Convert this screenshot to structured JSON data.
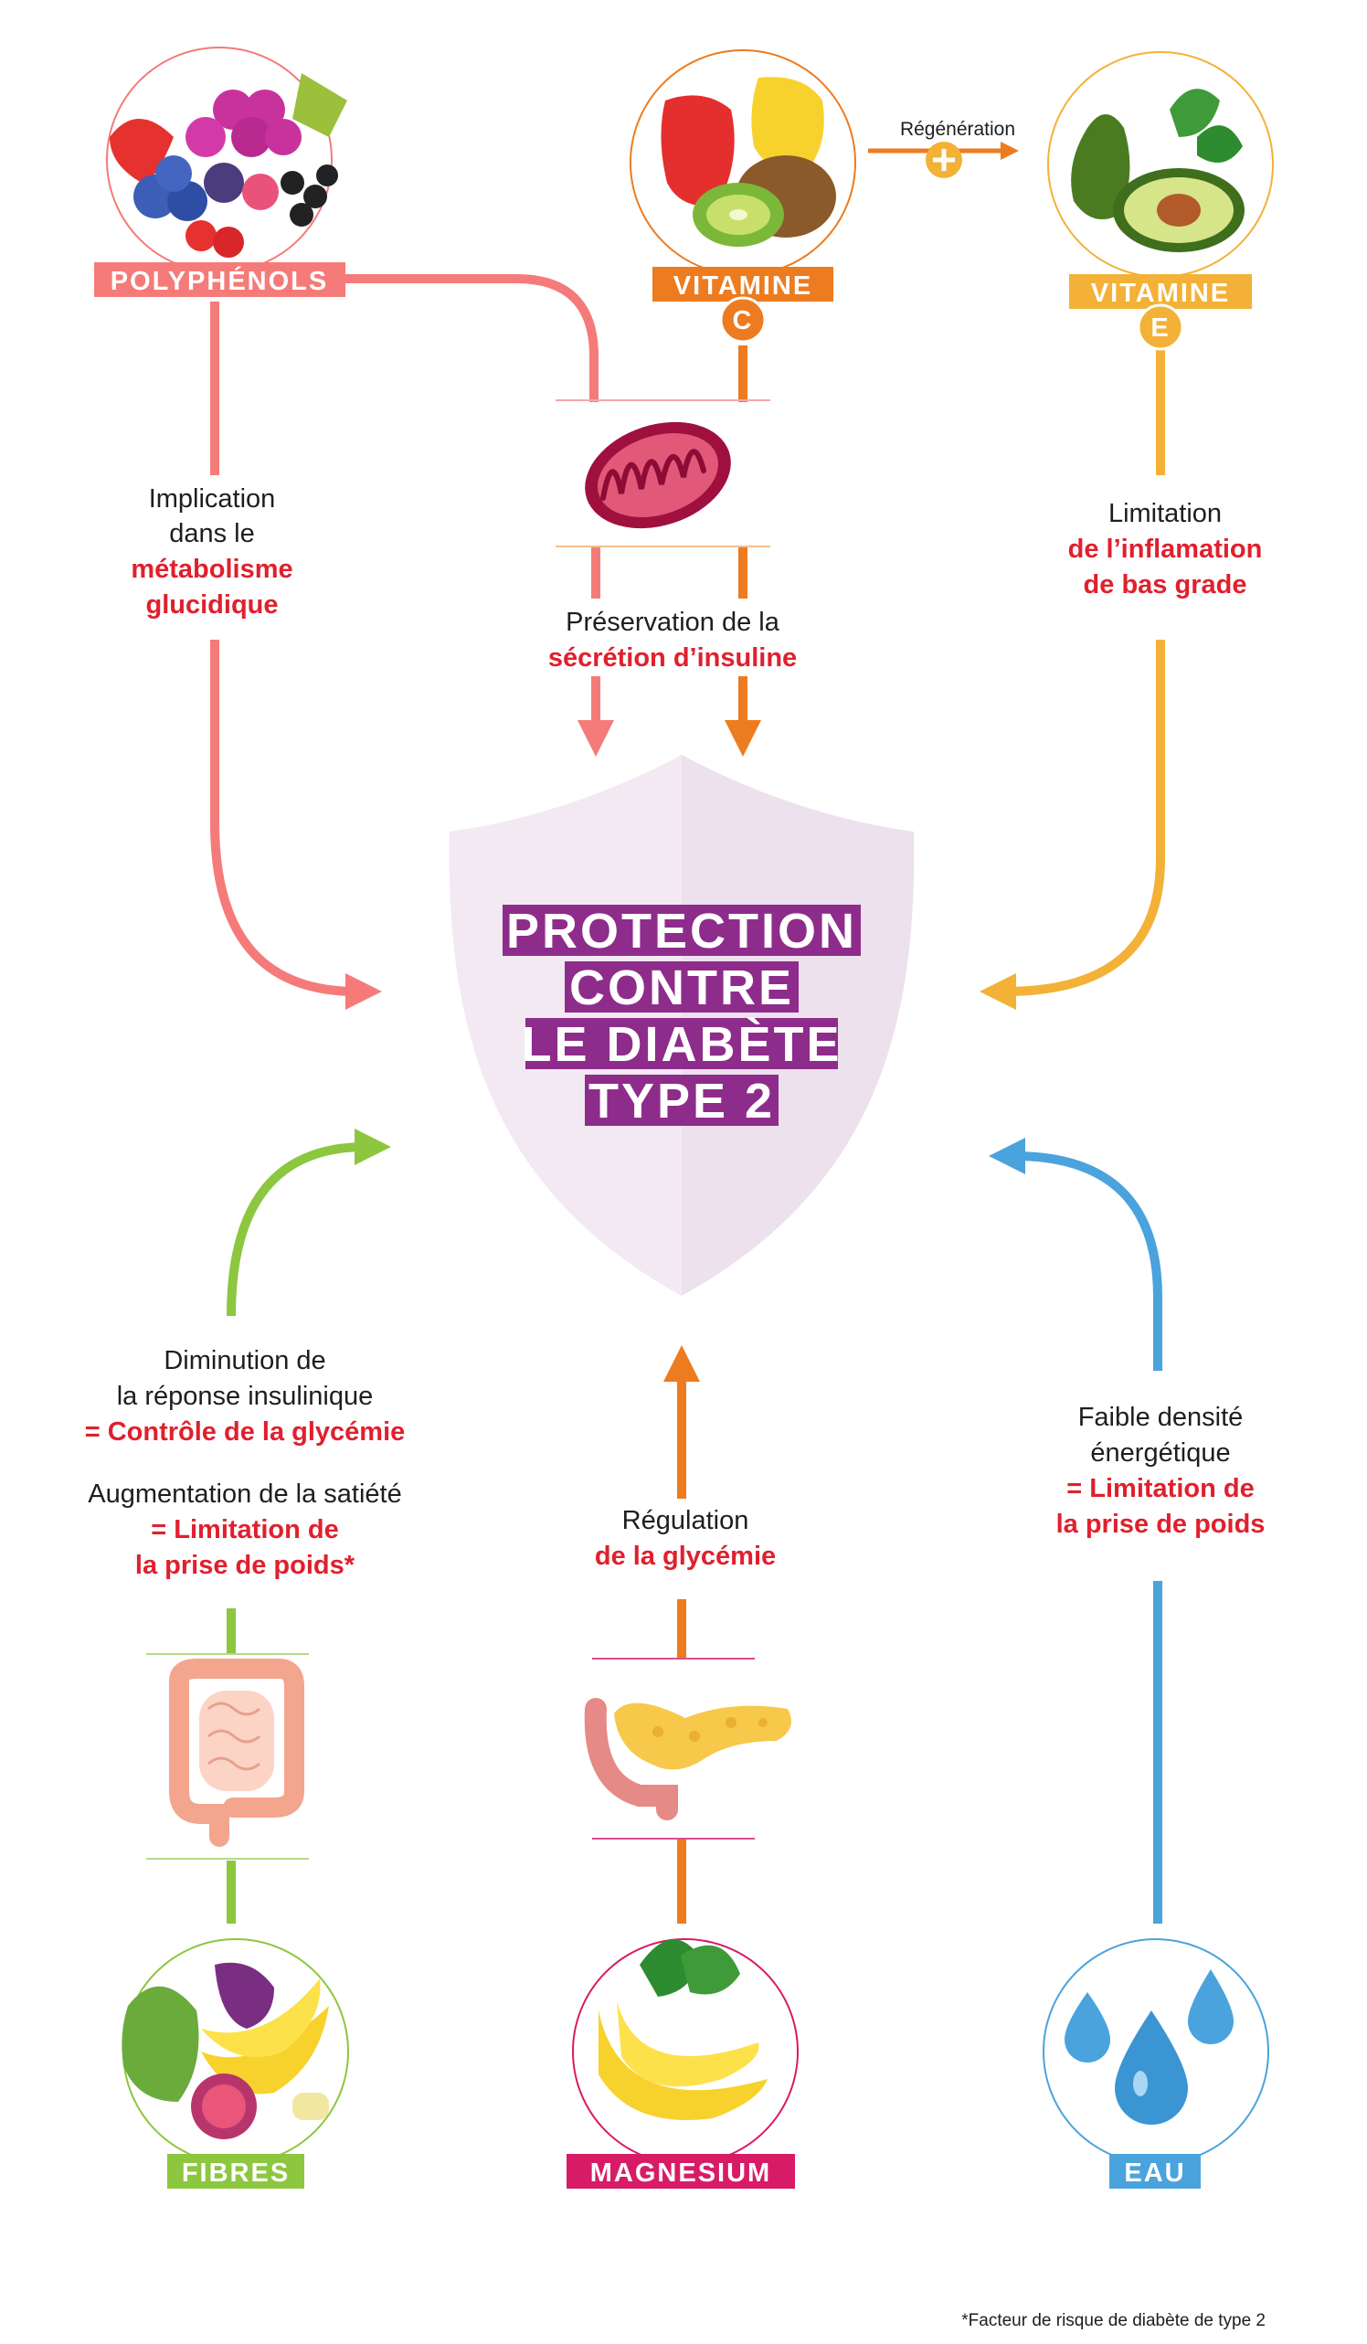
{
  "title_lines": [
    "PROTECTION",
    "CONTRE",
    "LE DIABÈTE",
    "TYPE 2"
  ],
  "nutrients": {
    "polyphenols": {
      "label": "POLYPHÉNOLS",
      "color": "#f47b79"
    },
    "vitamine_c": {
      "label": "VITAMINE",
      "letter": "C",
      "color": "#ed7b1f"
    },
    "vitamine_e": {
      "label": "VITAMINE",
      "letter": "E",
      "color": "#f3b137"
    },
    "fibres": {
      "label": "FIBRES",
      "color": "#8dc63f"
    },
    "magnesium": {
      "label": "MAGNESIUM",
      "color": "#d81b67"
    },
    "eau": {
      "label": "EAU",
      "color": "#4aa3dc"
    }
  },
  "regeneration": {
    "label": "Régénération"
  },
  "effects": {
    "polyphenols": {
      "line1": "Implication",
      "line2": "dans le",
      "line3": "métabolisme",
      "line4": "glucidique"
    },
    "secretion": {
      "line1": "Préservation de la",
      "line2": "sécrétion d’insuline"
    },
    "vitamine_e": {
      "line1": "Limitation",
      "line2": "de l’inflamation",
      "line3": "de bas grade"
    },
    "fibres": {
      "line1": "Diminution de",
      "line2": "la réponse insulinique",
      "line3": "= Contrôle de la glycémie",
      "line4": "Augmentation de la satiété",
      "line5": "= Limitation de",
      "line6": "la prise de poids*"
    },
    "magnesium": {
      "line1": "Régulation",
      "line2": "de la glycémie"
    },
    "eau": {
      "line1": "Faible densité",
      "line2": "énergétique",
      "line3": "= Limitation de",
      "line4": "la prise de poids"
    }
  },
  "footnote": "*Facteur de risque de diabète de type 2",
  "colors": {
    "title_bg": "#8e2c8c",
    "shield_left": "#f3e9f3",
    "shield_right": "#ece1ec",
    "red_text": "#e0202d",
    "dark_text": "#1e1e1e"
  }
}
